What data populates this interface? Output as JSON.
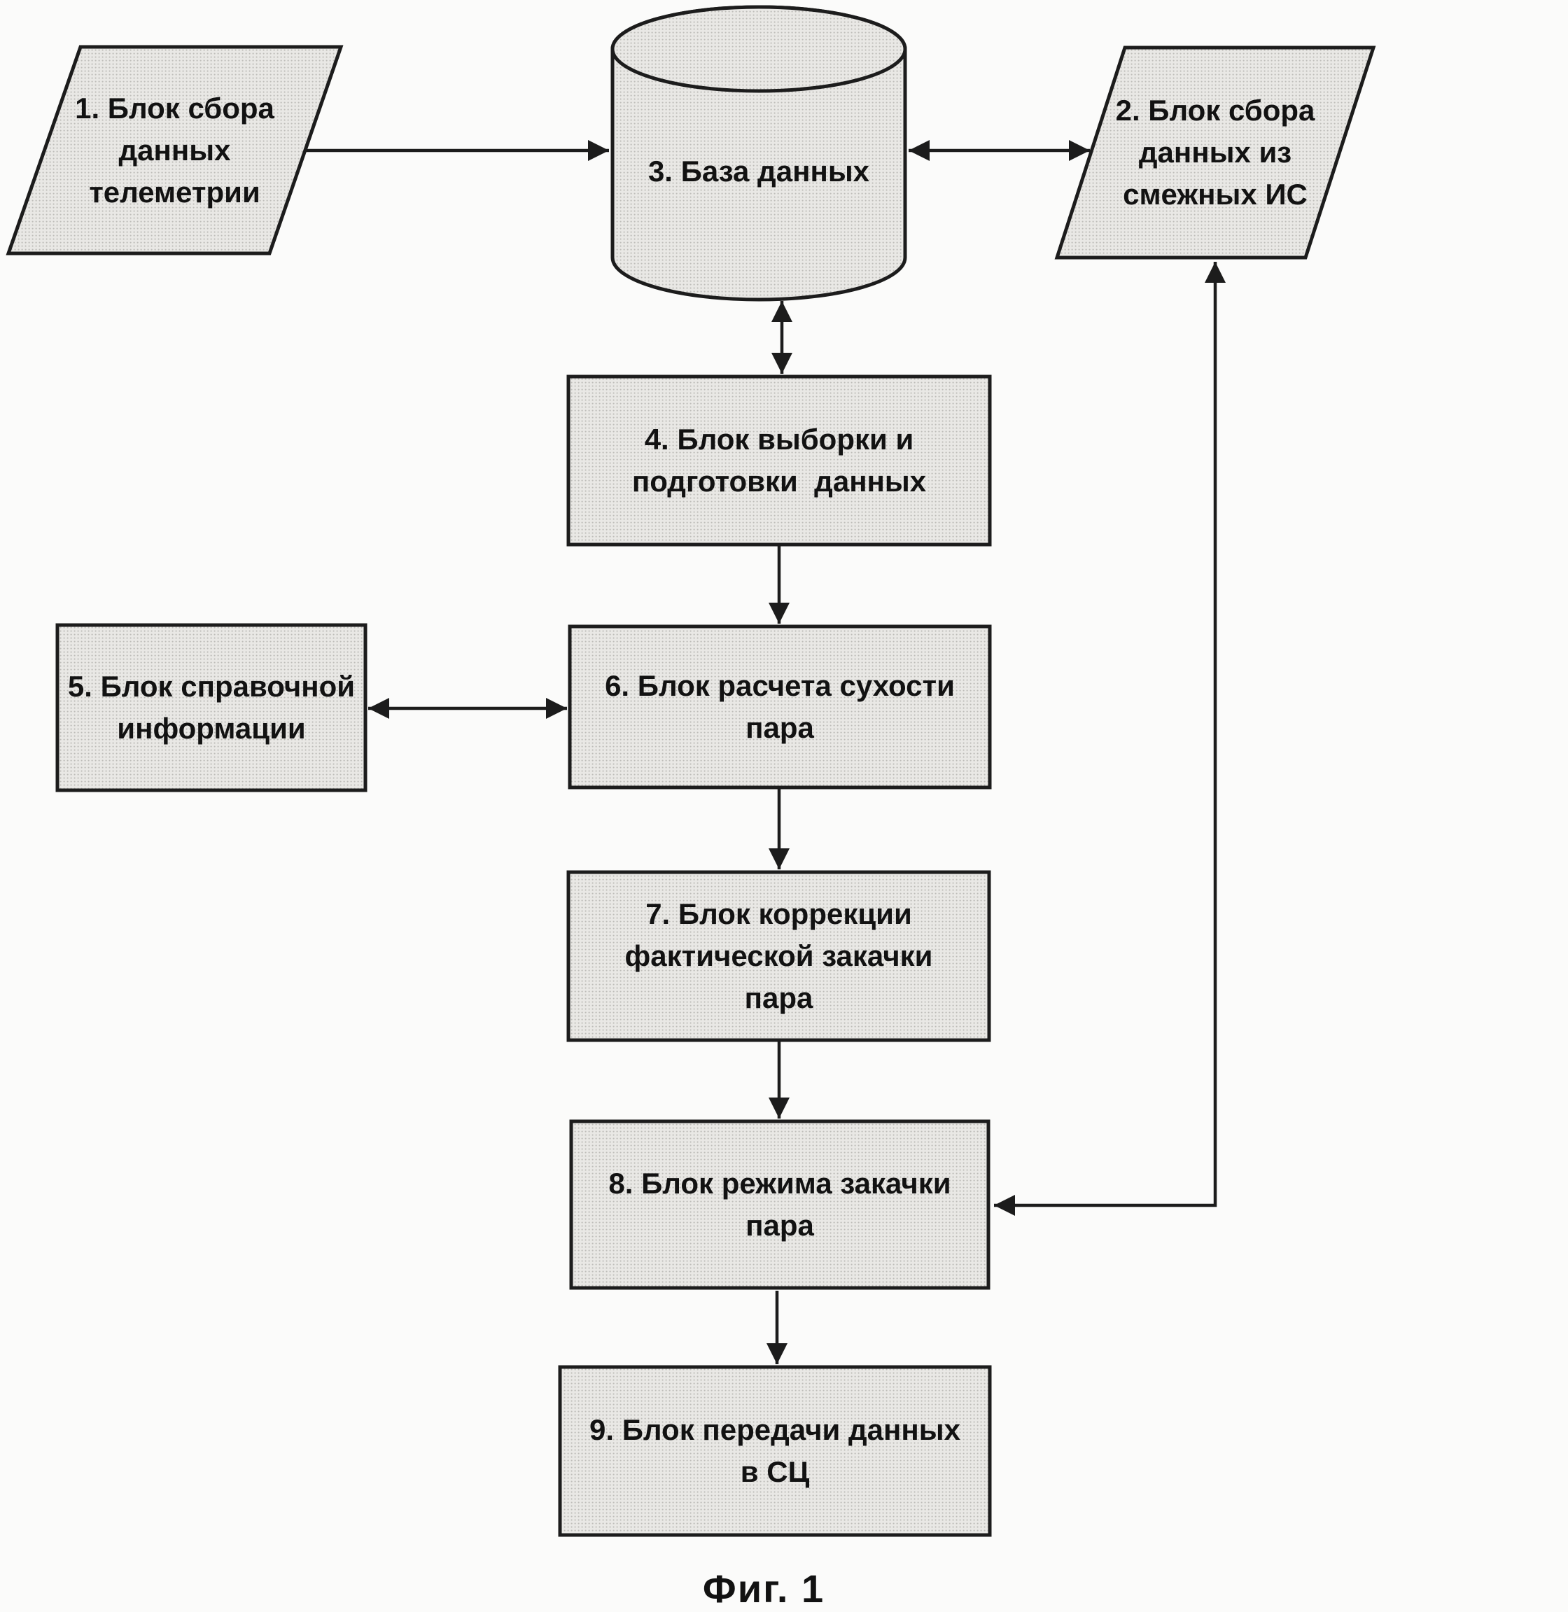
{
  "figure": {
    "caption": "Фиг. 1",
    "colors": {
      "background": "#fbfbfa",
      "node_fill": "#e9e8e5",
      "halftone_dot": "#bdbcb8",
      "stroke": "#1c1c1c",
      "text": "#121212"
    }
  },
  "blocks": {
    "block1": {
      "shape": "parallelogram",
      "lines": [
        "1. Блок сбора",
        "данных",
        "телеметрии"
      ]
    },
    "block2": {
      "shape": "parallelogram",
      "lines": [
        "2. Блок сбора",
        "данных из",
        "смежных ИС"
      ]
    },
    "block3": {
      "shape": "cylinder",
      "lines": [
        "3. База данных"
      ]
    },
    "block4": {
      "shape": "rect",
      "lines": [
        "4. Блок выборки и",
        "подготовки  данных"
      ]
    },
    "block5": {
      "shape": "rect",
      "lines": [
        "5. Блок справочной",
        "информации"
      ]
    },
    "block6": {
      "shape": "rect",
      "lines": [
        "6. Блок расчета сухости",
        "пара"
      ]
    },
    "block7": {
      "shape": "rect",
      "lines": [
        "7. Блок коррекции",
        "фактической закачки",
        "пара"
      ]
    },
    "block8": {
      "shape": "rect",
      "lines": [
        "8. Блок режима закачки",
        "пара"
      ]
    },
    "block9": {
      "shape": "rect",
      "lines": [
        "9. Блок передачи данных",
        "в СЦ"
      ]
    }
  },
  "connections": [
    {
      "from": "1",
      "to": "3",
      "style": "arrow"
    },
    {
      "from": "3",
      "to": "2",
      "style": "double-arrow"
    },
    {
      "from": "3",
      "to": "4",
      "style": "double-arrow"
    },
    {
      "from": "4",
      "to": "6",
      "style": "arrow"
    },
    {
      "from": "5",
      "to": "6",
      "style": "double-arrow"
    },
    {
      "from": "6",
      "to": "7",
      "style": "arrow"
    },
    {
      "from": "7",
      "to": "8",
      "style": "arrow"
    },
    {
      "from": "8",
      "to": "9",
      "style": "arrow"
    },
    {
      "from": "2",
      "to": "8",
      "style": "double-arrow-elbow"
    }
  ]
}
